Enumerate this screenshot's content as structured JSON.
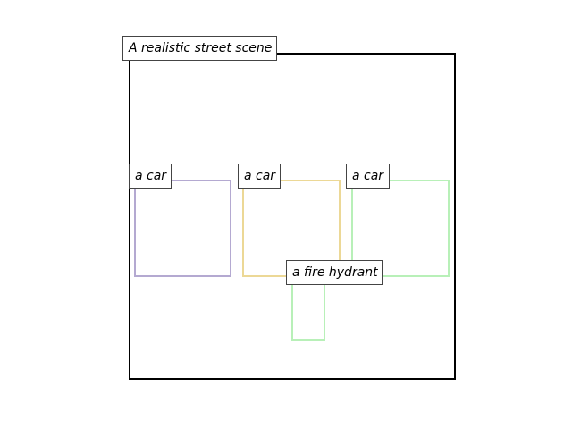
{
  "title": "A realistic street scene",
  "objects": [
    {
      "label": "a car",
      "color": "#b4a9d1"
    },
    {
      "label": "a car",
      "color": "#ecd896"
    },
    {
      "label": "a car",
      "color": "#b8f0b8"
    },
    {
      "label": "a fire hydrant",
      "color": "#b8f0b8"
    }
  ]
}
